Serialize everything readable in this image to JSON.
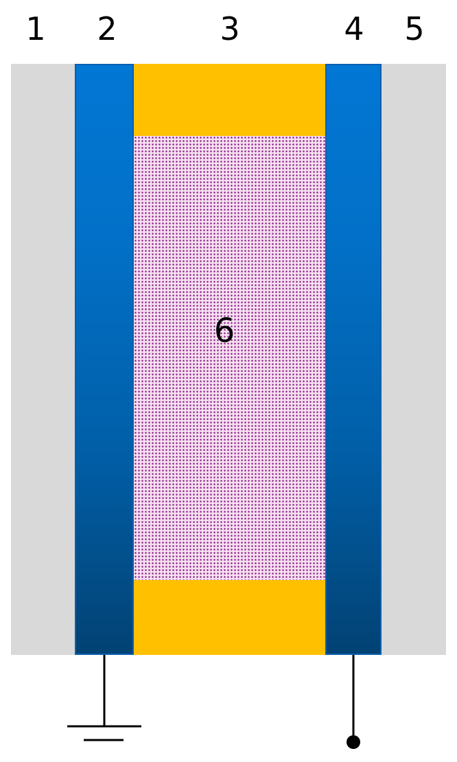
{
  "labels": {
    "layer_1": "1",
    "layer_2": "2",
    "layer_3": "3",
    "layer_4": "4",
    "layer_5": "5",
    "layer_6": "6"
  },
  "colors": {
    "outer_layer": "#d9d9d9",
    "electrode_top": "#0277d4",
    "electrode_bottom": "#024274",
    "spacer": "#ffc000",
    "active_layer_dots": "#8a2a8a",
    "active_layer_background": "#f7dff1",
    "wire": "#000000"
  },
  "connections": {
    "left_electrode": "ground-symbol",
    "right_electrode": "terminal-dot"
  }
}
